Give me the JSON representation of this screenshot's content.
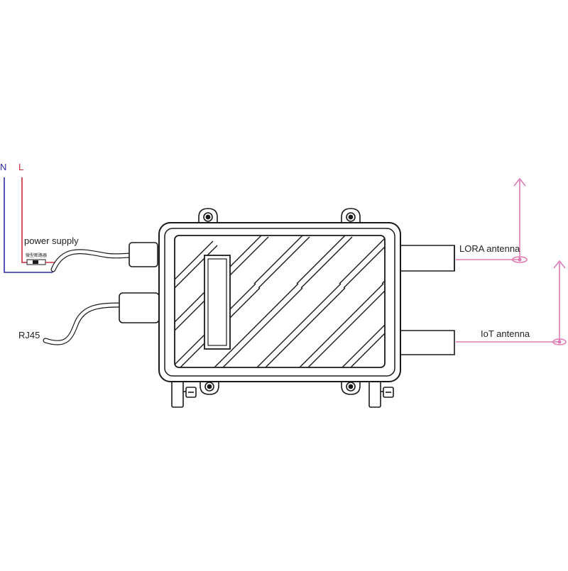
{
  "labels": {
    "neutral": "N",
    "live": "L",
    "power_supply": "power supply",
    "breaker_caption": "微型断路器",
    "rj45": "RJ45",
    "lora_antenna": "LORA antenna",
    "iot_antenna": "IoT antenna"
  },
  "colors": {
    "neutral_wire": "#2a2aa8",
    "live_wire": "#c8283c",
    "antenna": "#e07ab4",
    "outline": "#1a1a1a",
    "text": "#222222"
  }
}
